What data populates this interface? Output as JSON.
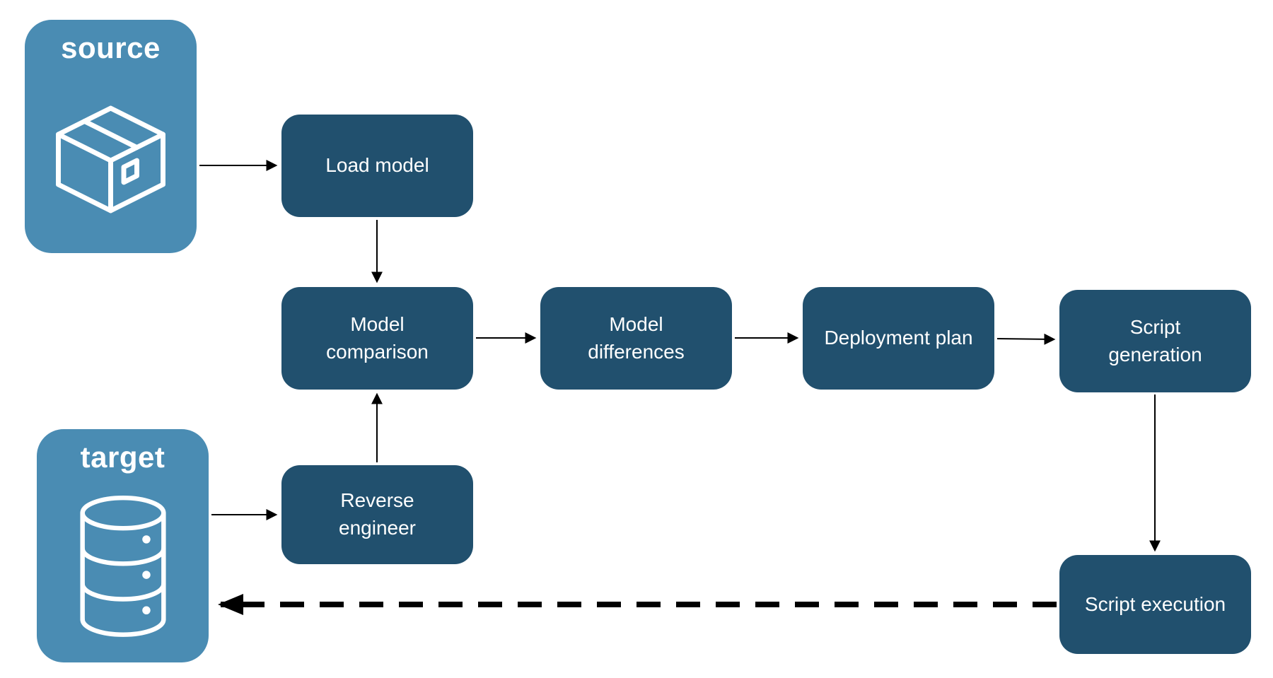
{
  "diagram": {
    "type": "flowchart",
    "background": "#ffffff",
    "colors": {
      "endpoint_fill": "#4a8cb3",
      "process_fill": "#21506e",
      "text": "#ffffff",
      "arrow": "#000000"
    },
    "nodes": {
      "source": {
        "label": "source",
        "icon": "package-box-icon"
      },
      "target": {
        "label": "target",
        "icon": "database-icon"
      },
      "load_model": {
        "label": "Load model"
      },
      "model_comparison": {
        "label": "Model comparison"
      },
      "model_differences": {
        "label": "Model differences"
      },
      "deployment_plan": {
        "label": "Deployment plan"
      },
      "script_generation": {
        "label": "Script generation"
      },
      "reverse_engineer": {
        "label": "Reverse engineer"
      },
      "script_execution": {
        "label": "Script execution"
      }
    },
    "edges": [
      {
        "from": "source",
        "to": "load_model",
        "style": "solid"
      },
      {
        "from": "load_model",
        "to": "model_comparison",
        "style": "solid"
      },
      {
        "from": "model_comparison",
        "to": "model_differences",
        "style": "solid"
      },
      {
        "from": "model_differences",
        "to": "deployment_plan",
        "style": "solid"
      },
      {
        "from": "deployment_plan",
        "to": "script_generation",
        "style": "solid"
      },
      {
        "from": "target",
        "to": "reverse_engineer",
        "style": "solid"
      },
      {
        "from": "reverse_engineer",
        "to": "model_comparison",
        "style": "solid"
      },
      {
        "from": "script_generation",
        "to": "script_execution",
        "style": "solid"
      },
      {
        "from": "script_execution",
        "to": "target",
        "style": "dashed"
      }
    ]
  }
}
